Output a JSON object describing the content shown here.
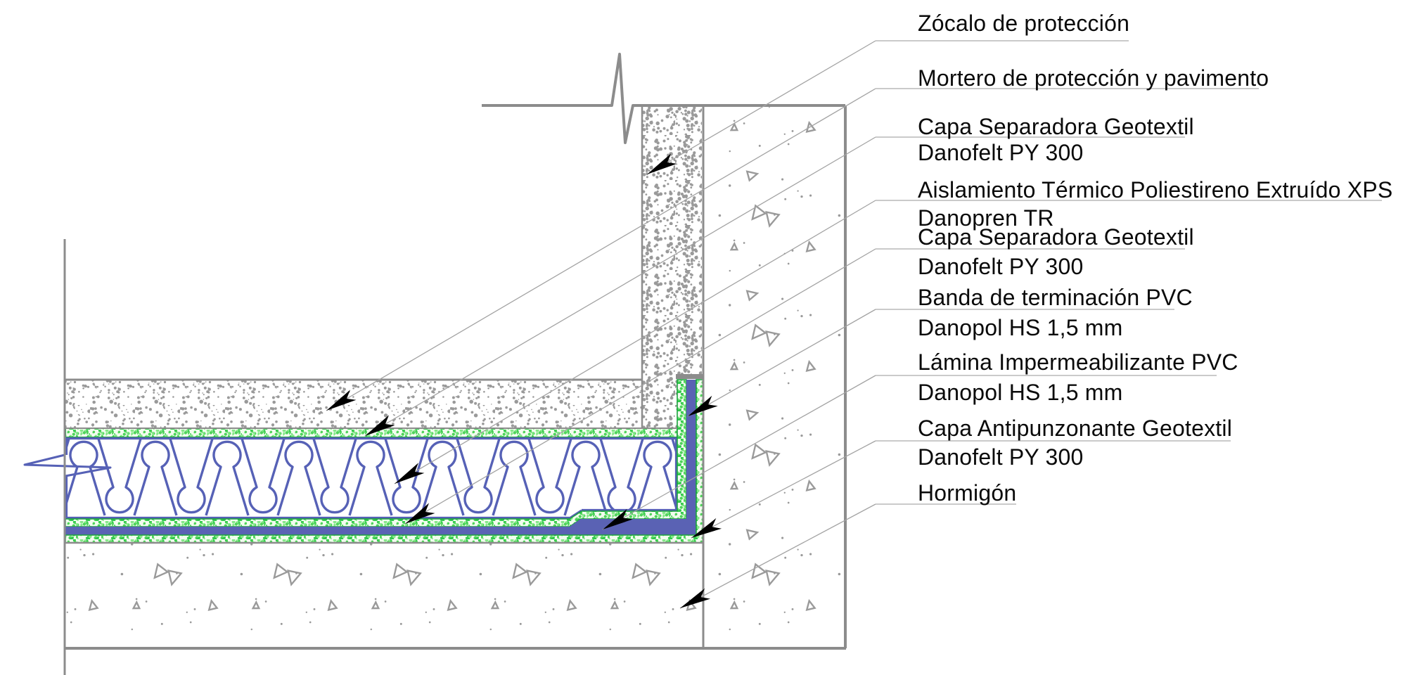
{
  "drawing_title": "",
  "callouts": [
    {
      "lines": [
        "Zócalo de protección"
      ]
    },
    {
      "lines": [
        "Mortero de protección y pavimento"
      ]
    },
    {
      "lines": [
        "Capa Separadora Geotextil",
        "Danofelt PY 300"
      ]
    },
    {
      "lines": [
        "Aislamiento Térmico Poliestireno Extruído XPS",
        "Danopren TR"
      ]
    },
    {
      "lines": [
        "Capa Separadora Geotextil",
        "Danofelt PY 300"
      ]
    },
    {
      "lines": [
        "Banda de terminación PVC",
        "Danopol HS 1,5 mm"
      ]
    },
    {
      "lines": [
        "Lámina Impermeabilizante PVC",
        "Danopol HS 1,5 mm"
      ]
    },
    {
      "lines": [
        "Capa Antipunzonante Geotextil",
        "Danofelt PY 300"
      ]
    },
    {
      "lines": [
        "Hormigón"
      ]
    }
  ],
  "colors": {
    "line_gray": "#8c8c8c",
    "stipple_gray": "#9a9a9a",
    "leader_gray": "#a3a3a3",
    "underline_gray": "#b8b8b8",
    "text_black": "#0a0a0a",
    "membrane_blue": "#5a62b4",
    "xps_blue": "#5661b6",
    "geotextile_green_border": "#1aa33c",
    "speckle_green": "#4fd45a",
    "speckle_green_alt": "#2fc94a",
    "speckle_green_light": "#86e88a",
    "speckle_bg": "#f2fcef",
    "arrow_black": "#000000"
  }
}
